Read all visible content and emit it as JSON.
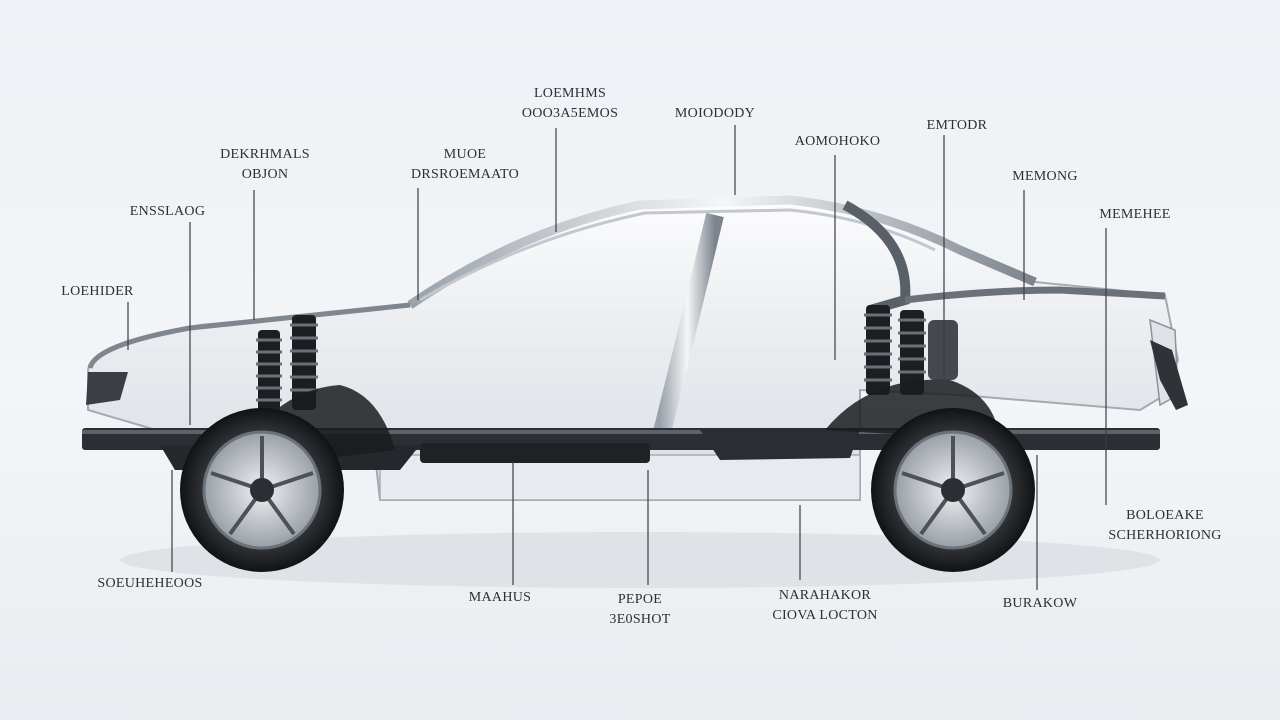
{
  "labels": [
    {
      "id": "top-left-upper",
      "lines": [
        "LOEMHMS",
        "OOO3A5EMOS"
      ]
    },
    {
      "id": "top-center",
      "lines": [
        "MOIODODY"
      ]
    },
    {
      "id": "front-suspension-mid",
      "lines": [
        "MUOE",
        "DRSROEMAATO"
      ]
    },
    {
      "id": "front-suspension-upper",
      "lines": [
        "DEKRHMALS",
        "OBJON"
      ]
    },
    {
      "id": "front-left",
      "lines": [
        "ENSSLAOG"
      ]
    },
    {
      "id": "front-bumper",
      "lines": [
        "LOEHIDER"
      ]
    },
    {
      "id": "roof-center",
      "lines": [
        "AOMOHOKO"
      ]
    },
    {
      "id": "rear-top",
      "lines": [
        "EMTODR"
      ]
    },
    {
      "id": "rear-quarter",
      "lines": [
        "MEMONG"
      ]
    },
    {
      "id": "rear-far",
      "lines": [
        "MEMEHEE"
      ]
    },
    {
      "id": "bottom-front-wheel",
      "lines": [
        "SOEUHEHEOOS"
      ]
    },
    {
      "id": "bottom-sill",
      "lines": [
        "MAAHUS"
      ]
    },
    {
      "id": "bottom-floor",
      "lines": [
        "PEPOE",
        "3E0SHOT"
      ]
    },
    {
      "id": "bottom-rear-floor",
      "lines": [
        "NARAHAKOR",
        "CIOVA LOCTON"
      ]
    },
    {
      "id": "rear-wheel",
      "lines": [
        "BURAKOW"
      ]
    },
    {
      "id": "rear-suspension",
      "lines": [
        "BOLOEAKE",
        "SCHERHORIONG"
      ]
    }
  ]
}
